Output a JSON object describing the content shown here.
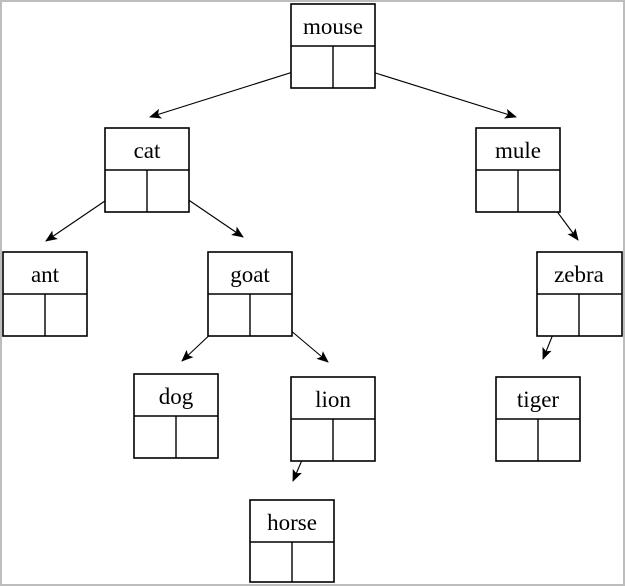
{
  "diagram": {
    "type": "binary-search-tree",
    "root": "mouse",
    "nodes": [
      {
        "label": "mouse",
        "left": "cat",
        "right": "mule"
      },
      {
        "label": "cat",
        "left": "ant",
        "right": "goat"
      },
      {
        "label": "mule",
        "left": null,
        "right": "zebra"
      },
      {
        "label": "ant",
        "left": null,
        "right": null
      },
      {
        "label": "goat",
        "left": "dog",
        "right": "lion"
      },
      {
        "label": "zebra",
        "left": "tiger",
        "right": null
      },
      {
        "label": "dog",
        "left": null,
        "right": null
      },
      {
        "label": "lion",
        "left": "horse",
        "right": null
      },
      {
        "label": "tiger",
        "left": null,
        "right": null
      },
      {
        "label": "horse",
        "left": null,
        "right": null
      }
    ],
    "edges": [
      {
        "from": "mouse",
        "pointer": "left",
        "to": "cat"
      },
      {
        "from": "mouse",
        "pointer": "right",
        "to": "mule"
      },
      {
        "from": "cat",
        "pointer": "left",
        "to": "ant"
      },
      {
        "from": "cat",
        "pointer": "right",
        "to": "goat"
      },
      {
        "from": "mule",
        "pointer": "right",
        "to": "zebra"
      },
      {
        "from": "goat",
        "pointer": "left",
        "to": "dog"
      },
      {
        "from": "goat",
        "pointer": "right",
        "to": "lion"
      },
      {
        "from": "zebra",
        "pointer": "left",
        "to": "tiger"
      },
      {
        "from": "lion",
        "pointer": "left",
        "to": "horse"
      }
    ],
    "colors": {
      "stroke": "#000000",
      "background": "#ffffff",
      "page_border": "#bdbdbd"
    }
  }
}
